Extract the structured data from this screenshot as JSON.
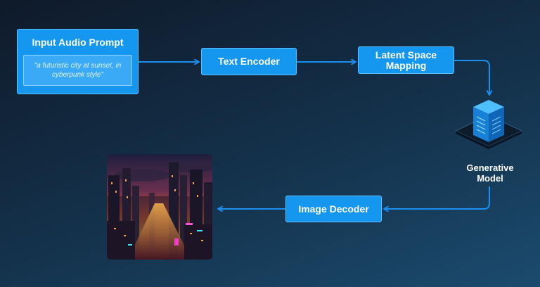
{
  "input": {
    "title": "Input Audio Prompt",
    "prompt": "\"a futuristic city at sunset, in cyberpunk style\""
  },
  "steps": {
    "text_encoder": "Text Encoder",
    "latent_space": "Latent Space Mapping",
    "generative_model": "Generative Model",
    "image_decoder": "Image Decoder"
  },
  "icons": {
    "model": "server-stack-icon",
    "output": "cyberpunk-city-sunset-image"
  },
  "colors": {
    "background": "#14324c",
    "node_fill": "#1597f0",
    "arrow": "#1b8ff0"
  }
}
